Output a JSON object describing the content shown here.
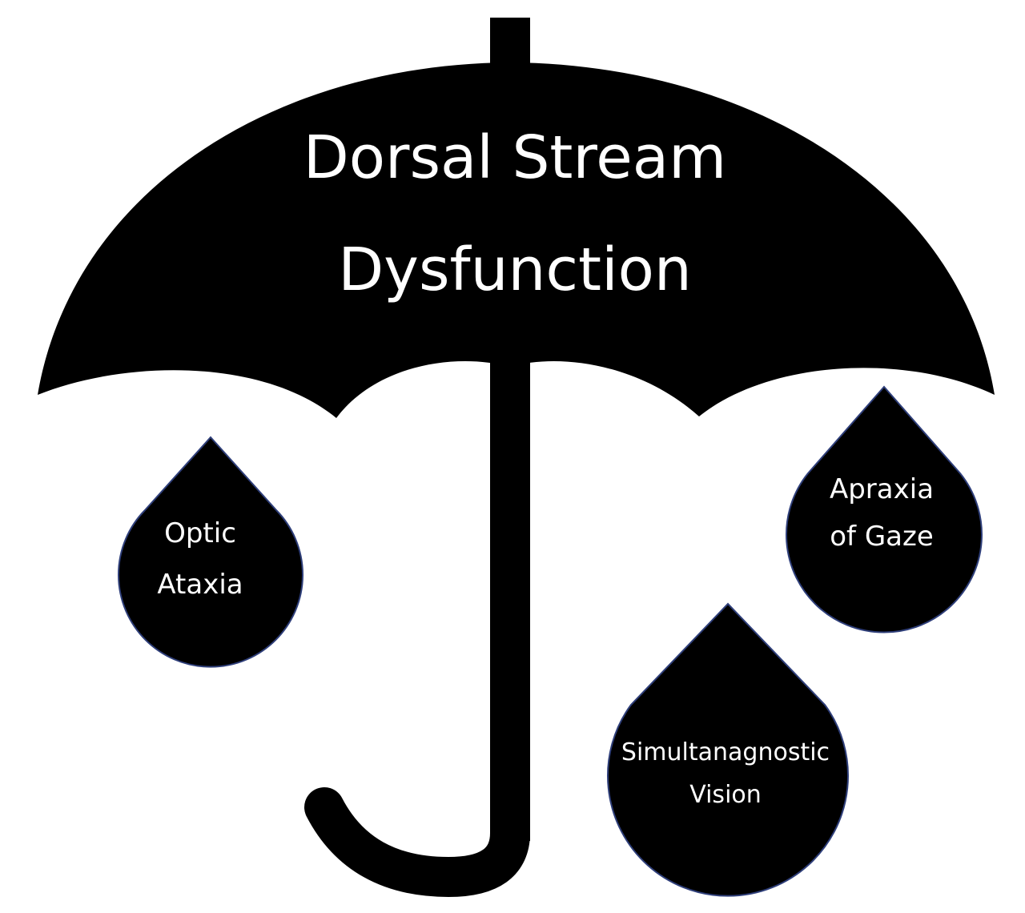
{
  "title": {
    "line1": "Dorsal Stream",
    "line2": "Dysfunction"
  },
  "drops": [
    {
      "line1": "Optic",
      "line2": "Ataxia"
    },
    {
      "line1": "Apraxia",
      "line2": "of Gaze"
    },
    {
      "line1": "Simultanagnostic",
      "line2": "Vision"
    }
  ],
  "colors": {
    "umbrella": "#000000",
    "drop_fill": "#000000",
    "drop_outline": "#2f3f7a",
    "text": "#ffffff",
    "background": "#ffffff"
  }
}
